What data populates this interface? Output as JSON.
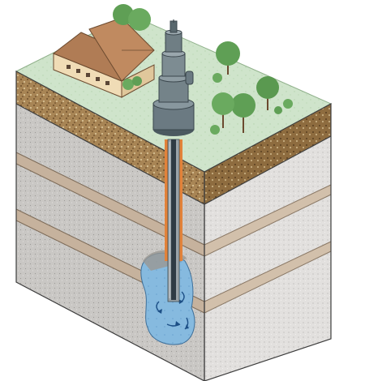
{
  "diagram": {
    "labels": [],
    "elements": [
      "grass-surface",
      "topsoil-layer",
      "clay-band-upper",
      "clay-band-lower",
      "bedrock-layer",
      "farm-house",
      "trees",
      "pump-head",
      "well-casing",
      "aquifer-water-pocket"
    ],
    "colors": {
      "grass": "#cfe4cb",
      "soil": "#9e7b4b",
      "soil_dark": "#7a5a33",
      "rock_front": "#c8c6c3",
      "rock_side": "#dedcda",
      "band": "#c9b8a4",
      "water": "#7fb4dc",
      "pump": "#5c6b73",
      "casing_orange": "#e07a2b",
      "tree": "#5f9f55",
      "house_roof": "#b07c55",
      "house_wall": "#f0dcb6"
    }
  }
}
